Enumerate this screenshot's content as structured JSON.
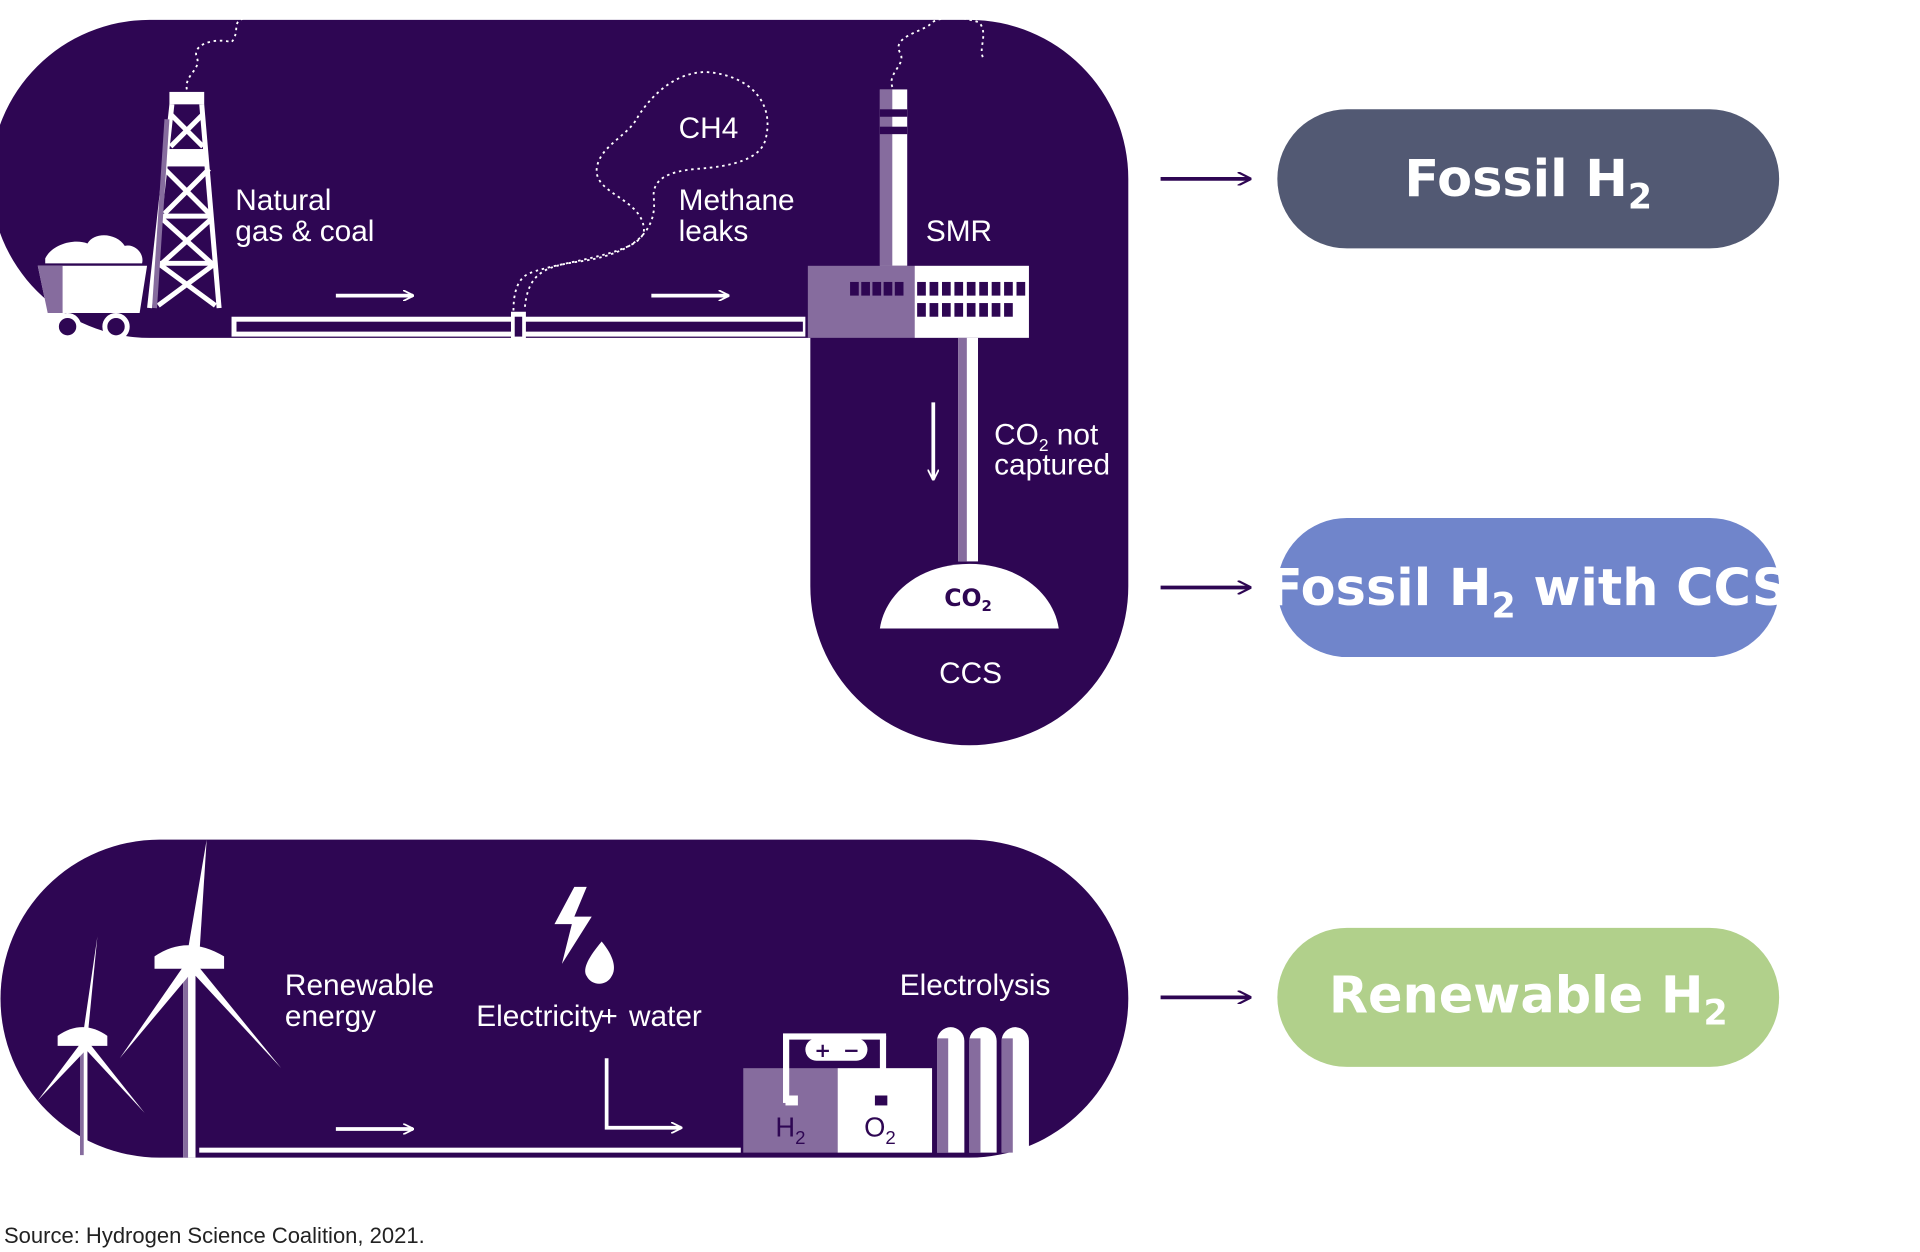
{
  "colors": {
    "dark_purple": "#2e0653",
    "mid_purple": "#866c9e",
    "fossil_pill": "#525973",
    "ccs_pill": "#7085cb",
    "renewable_pill": "#b1d08b",
    "arrow": "#2e0653"
  },
  "fossil_panel": {
    "natural_gas_label_1": "Natural",
    "natural_gas_label_2": "gas & coal",
    "ch4_label": "CH4",
    "methane_label_1": "Methane",
    "methane_label_2": "leaks",
    "smr_label": "SMR",
    "co2_not_label_main": "CO",
    "co2_not_label_sub": "2",
    "co2_not_label_rest": " not",
    "captured_label": "captured",
    "ccs_dome_main": "CO",
    "ccs_dome_sub": "2",
    "ccs_label": "CCS",
    "icons": [
      "coal-cart-icon",
      "oil-derrick-icon",
      "pipeline-icon",
      "smr-factory-icon",
      "co2-storage-icon"
    ]
  },
  "renewable_panel": {
    "renewable_label_1": "Renewable",
    "renewable_label_2": "energy",
    "electricity_label": "Electricity",
    "plus_label": "+",
    "water_label": "water",
    "electrolysis_label": "Electrolysis",
    "h2_cell_main": "H",
    "h2_cell_sub": "2",
    "o2_cell_main": "O",
    "o2_cell_sub": "2",
    "battery_plus": "+",
    "battery_minus": "−",
    "icons": [
      "wind-turbine-icon",
      "lightning-water-icon",
      "electrolyzer-icon",
      "hydrogen-tanks-icon"
    ]
  },
  "outcomes": {
    "fossil_main": "Fossil H",
    "fossil_sub": "2",
    "ccs_main": "Fossil H",
    "ccs_sub": "2",
    "ccs_rest": " with CCS",
    "renewable_main": "Renewable H",
    "renewable_sub": "2"
  },
  "source": "Source: Hydrogen Science Coalition, 2021."
}
